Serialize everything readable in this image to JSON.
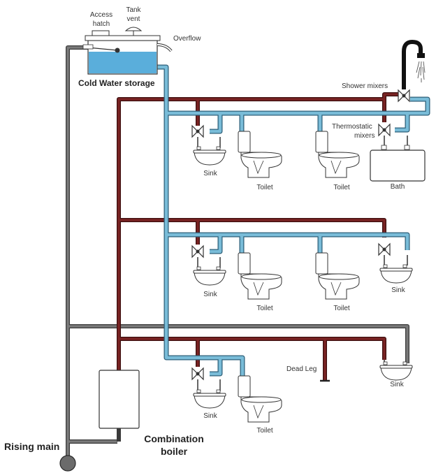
{
  "colors": {
    "cold": "#79bcd8",
    "hot": "#7a2424",
    "main": "#6b6b6b",
    "water": "#5aaedb",
    "outline": "#333333",
    "fixture": "#ffffff"
  },
  "labels": {
    "access_hatch_1": "Access",
    "access_hatch_2": "hatch",
    "tank_vent_1": "Tank",
    "tank_vent_2": "vent",
    "overflow": "Overflow",
    "cold_water_storage": "Cold Water storage",
    "shower_mixers": "Shower mixers",
    "thermostatic_1": "Thermostatic",
    "thermostatic_2": "mixers",
    "sink": "Sink",
    "toilet": "Toilet",
    "bath": "Bath",
    "dead_leg": "Dead Leg",
    "rising_main": "Rising main",
    "combination_1": "Combination",
    "combination_2": "boiler"
  },
  "icons": [
    "valve-icon",
    "shower-head-icon",
    "sink-icon",
    "toilet-icon",
    "bath-icon",
    "boiler-icon",
    "tank-icon"
  ]
}
